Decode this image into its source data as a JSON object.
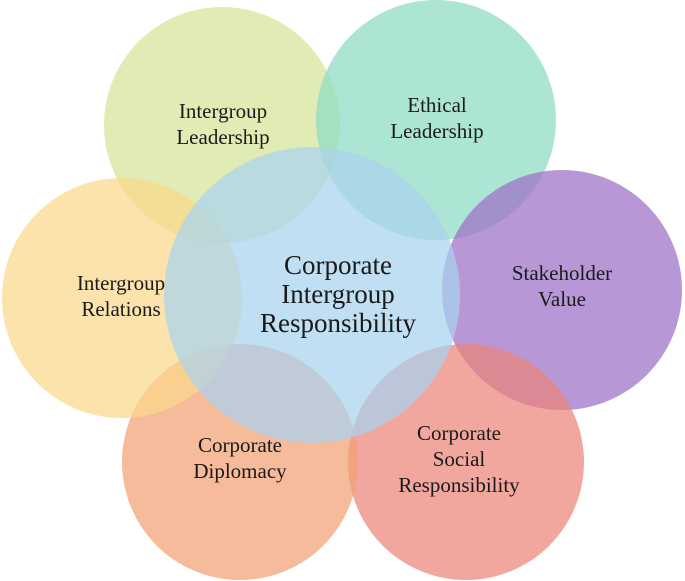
{
  "diagram": {
    "center": {
      "lines": [
        "Corporate",
        "Intergroup",
        "Responsibility"
      ],
      "color": "#a9d3ee"
    },
    "petals": [
      {
        "name": "intergroup-leadership",
        "lines": [
          "Intergroup",
          "Leadership"
        ],
        "color": "#d6e597"
      },
      {
        "name": "ethical-leadership",
        "lines": [
          "Ethical",
          "Leadership"
        ],
        "color": "#8edbc4"
      },
      {
        "name": "stakeholder-value",
        "lines": [
          "Stakeholder",
          "Value"
        ],
        "color": "#9c6fc6"
      },
      {
        "name": "corporate-social-responsibility",
        "lines": [
          "Corporate",
          "Social",
          "Responsibility"
        ],
        "color": "#ec8478"
      },
      {
        "name": "corporate-diplomacy",
        "lines": [
          "Corporate",
          "Diplomacy"
        ],
        "color": "#f2a173"
      },
      {
        "name": "intergroup-relations",
        "lines": [
          "Intergroup",
          "Relations"
        ],
        "color": "#f9d88a"
      }
    ]
  }
}
